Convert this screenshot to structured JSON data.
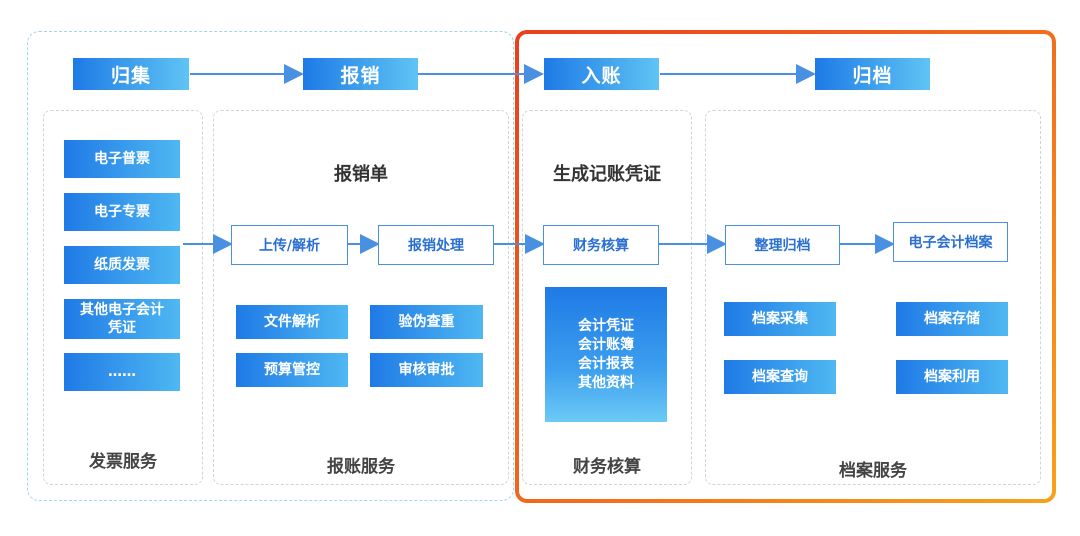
{
  "stages": {
    "guiji": "归集",
    "baoxiao": "报销",
    "ruzhang": "入账",
    "guidang": "归档"
  },
  "invoice": {
    "items": [
      "电子普票",
      "电子专票",
      "纸质发票",
      "其他电子会计凭证",
      "……"
    ],
    "footer": "发票服务"
  },
  "reimburse": {
    "title": "报销单",
    "upload": "上传/解析",
    "process": "报销处理",
    "items": [
      "文件解析",
      "验伪查重",
      "预算管控",
      "审核审批"
    ],
    "footer": "报账服务"
  },
  "accounting": {
    "title": "生成记账凭证",
    "core": "财务核算",
    "docs": [
      "会计凭证",
      "会计账簿",
      "会计报表",
      "其他资料"
    ],
    "footer": "财务核算"
  },
  "archive": {
    "organize": "整理归档",
    "electronic": "电子会计档案",
    "items": [
      "档案采集",
      "档案存储",
      "档案查询",
      "档案利用"
    ],
    "footer": "档案服务"
  },
  "colors": {
    "arrow": "#4a90e2",
    "highlight_start": "#e8401c",
    "highlight_end": "#f7a21a",
    "dash_outer": "#9ed8ea"
  }
}
